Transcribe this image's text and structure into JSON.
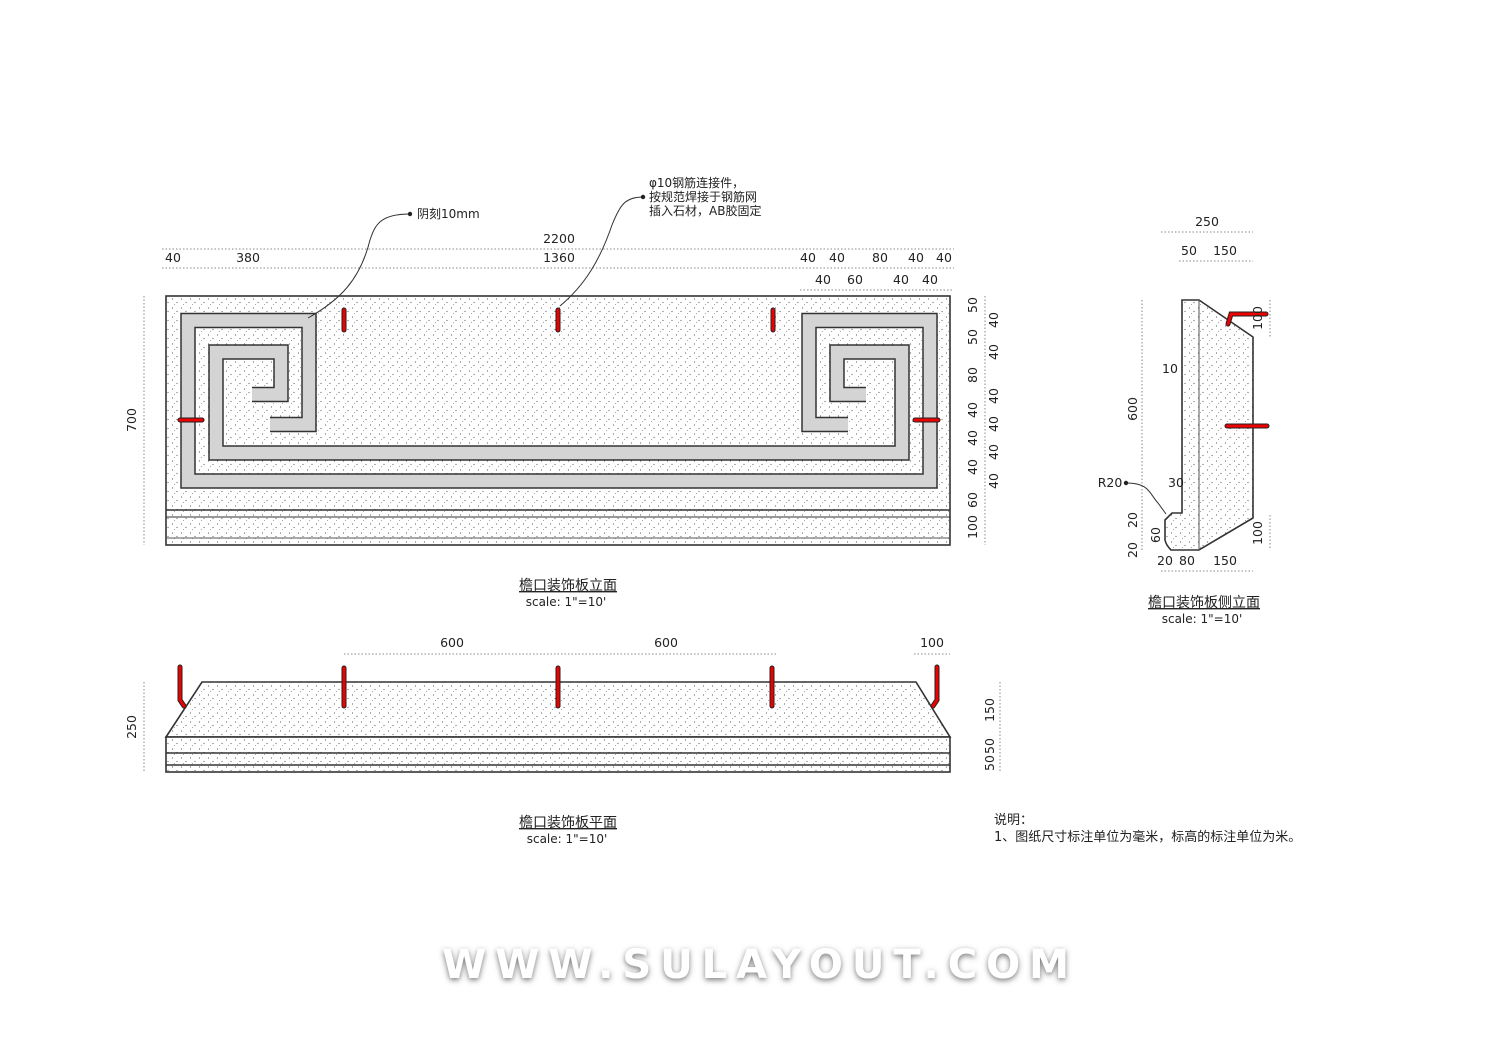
{
  "elevation": {
    "title": "檐口装饰板立面",
    "scale": "scale: 1\"=10'",
    "callout_engrave": "阴刻10mm",
    "callout_rebar": [
      "φ10钢筋连接件，",
      "按规范焊接于钢筋网",
      "插入石材，AB胶固定"
    ],
    "dims_top": {
      "total": "2200",
      "left_margin": "40",
      "left": "380",
      "middle": "1360",
      "right_row1": [
        "40",
        "40",
        "80",
        "40",
        "40"
      ],
      "right_row2": [
        "40",
        "60",
        "40",
        "40"
      ]
    },
    "dim_height": "700",
    "dims_right_col1": [
      "50",
      "50",
      "80",
      "40",
      "40",
      "40",
      "60",
      "100"
    ],
    "dims_right_col2": [
      "40",
      "40",
      "40",
      "40",
      "40",
      "40"
    ]
  },
  "plan": {
    "title": "檐口装饰板平面",
    "scale": "scale: 1\"=10'",
    "dims_top": [
      "600",
      "600",
      "100"
    ],
    "dim_height": "250",
    "dims_right": [
      "150",
      "50",
      "50"
    ]
  },
  "side": {
    "title": "檐口装饰板侧立面",
    "scale": "scale: 1\"=10'",
    "dims_top": {
      "total": "250",
      "a": "50",
      "b": "150"
    },
    "dim_height": "600",
    "dim_10": "10",
    "radius": "R20",
    "dim_30": "30",
    "dims_left_bottom": [
      "20",
      "60",
      "20"
    ],
    "dims_right": [
      "100",
      "100"
    ],
    "dims_bottom": [
      "20",
      "80",
      "150"
    ]
  },
  "notes": {
    "heading": "说明：",
    "items": [
      "1、图纸尺寸标注单位为毫米，标高的标注单位为米。"
    ]
  },
  "watermark": "WWW.SULAYOUT.COM",
  "colors": {
    "rebar": "#e00000",
    "band": "#d4d4d4"
  }
}
